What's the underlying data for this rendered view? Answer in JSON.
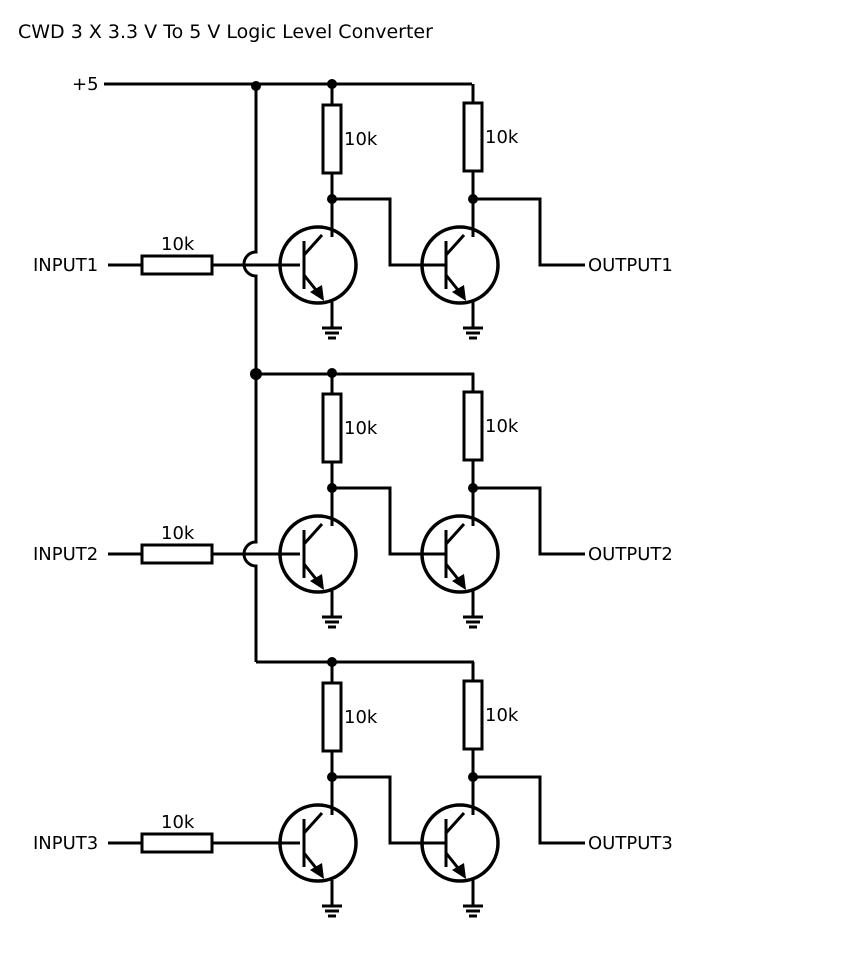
{
  "title": "CWD 3 X 3.3 V To 5 V Logic Level Converter",
  "supply_label": "+5",
  "channels": [
    {
      "input_label": "INPUT1",
      "output_label": "OUTPUT1",
      "input_resistor": "10k",
      "collector_resistor_1": "10k",
      "collector_resistor_2": "10k"
    },
    {
      "input_label": "INPUT2",
      "output_label": "OUTPUT2",
      "input_resistor": "10k",
      "collector_resistor_1": "10k",
      "collector_resistor_2": "10k"
    },
    {
      "input_label": "INPUT3",
      "output_label": "OUTPUT3",
      "input_resistor": "10k",
      "collector_resistor_1": "10k",
      "collector_resistor_2": "10k"
    }
  ]
}
